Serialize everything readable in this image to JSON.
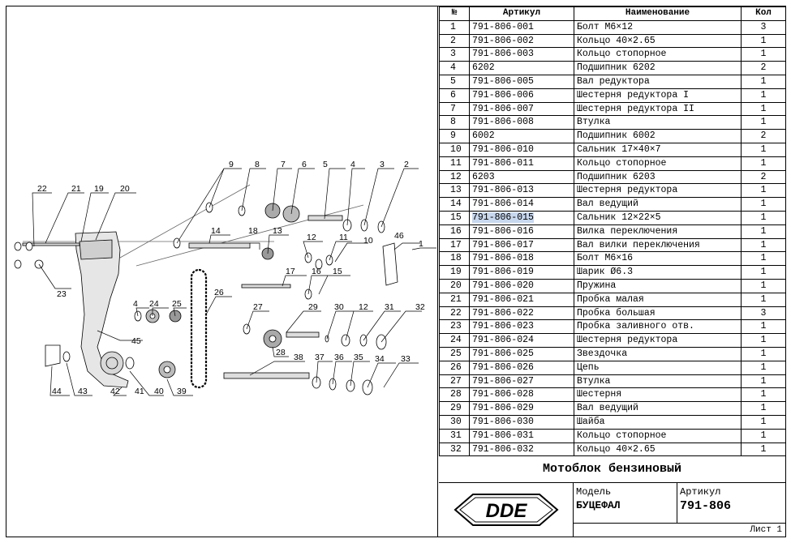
{
  "table": {
    "headers": [
      "№",
      "Артикул",
      "Наименование",
      "Кол"
    ],
    "rows": [
      {
        "n": "1",
        "art": "791-806-001",
        "name": "Болт М6×12",
        "qty": "3"
      },
      {
        "n": "2",
        "art": "791-806-002",
        "name": "Кольцо  40×2.65",
        "qty": "1"
      },
      {
        "n": "3",
        "art": "791-806-003",
        "name": "Кольцо стопорное",
        "qty": "1"
      },
      {
        "n": "4",
        "art": "6202",
        "name": "Подшипник 6202",
        "qty": "2"
      },
      {
        "n": "5",
        "art": "791-806-005",
        "name": "Вал редуктора",
        "qty": "1"
      },
      {
        "n": "6",
        "art": "791-806-006",
        "name": "Шестерня редуктора I",
        "qty": "1"
      },
      {
        "n": "7",
        "art": "791-806-007",
        "name": "Шестерня редуктора II",
        "qty": "1"
      },
      {
        "n": "8",
        "art": "791-806-008",
        "name": "Втулка",
        "qty": "1"
      },
      {
        "n": "9",
        "art": "6002",
        "name": "Подшипник 6002",
        "qty": "2"
      },
      {
        "n": "10",
        "art": "791-806-010",
        "name": "Сальник 17×40×7",
        "qty": "1"
      },
      {
        "n": "11",
        "art": "791-806-011",
        "name": "Кольцо стопорное",
        "qty": "1"
      },
      {
        "n": "12",
        "art": "6203",
        "name": "Подшипник 6203",
        "qty": "2"
      },
      {
        "n": "13",
        "art": "791-806-013",
        "name": "Шестерня редуктора",
        "qty": "1"
      },
      {
        "n": "14",
        "art": "791-806-014",
        "name": "Вал ведущий",
        "qty": "1"
      },
      {
        "n": "15",
        "art": "791-806-015",
        "name": "Сальник 12×22×5",
        "qty": "1"
      },
      {
        "n": "16",
        "art": "791-806-016",
        "name": "Вилка переключения",
        "qty": "1"
      },
      {
        "n": "17",
        "art": "791-806-017",
        "name": "Вал вилки переключения",
        "qty": "1"
      },
      {
        "n": "18",
        "art": "791-806-018",
        "name": "Болт М6×16",
        "qty": "1"
      },
      {
        "n": "19",
        "art": "791-806-019",
        "name": "Шарик Ø6.3",
        "qty": "1"
      },
      {
        "n": "20",
        "art": "791-806-020",
        "name": "Пружина",
        "qty": "1"
      },
      {
        "n": "21",
        "art": "791-806-021",
        "name": "Пробка малая",
        "qty": "1"
      },
      {
        "n": "22",
        "art": "791-806-022",
        "name": "Пробка большая",
        "qty": "3"
      },
      {
        "n": "23",
        "art": "791-806-023",
        "name": "Пробка заливного отв.",
        "qty": "1"
      },
      {
        "n": "24",
        "art": "791-806-024",
        "name": "Шестерня редуктора",
        "qty": "1"
      },
      {
        "n": "25",
        "art": "791-806-025",
        "name": "Звездочка",
        "qty": "1"
      },
      {
        "n": "26",
        "art": "791-806-026",
        "name": "Цепь",
        "qty": "1"
      },
      {
        "n": "27",
        "art": "791-806-027",
        "name": "Втулка",
        "qty": "1"
      },
      {
        "n": "28",
        "art": "791-806-028",
        "name": "Шестерня",
        "qty": "1"
      },
      {
        "n": "29",
        "art": "791-806-029",
        "name": "Вал ведущий",
        "qty": "1"
      },
      {
        "n": "30",
        "art": "791-806-030",
        "name": "Шайба",
        "qty": "1"
      },
      {
        "n": "31",
        "art": "791-806-031",
        "name": "Кольцо стопорное",
        "qty": "1"
      },
      {
        "n": "32",
        "art": "791-806-032",
        "name": "Кольцо  40×2.65",
        "qty": "1"
      }
    ],
    "highlighted_row": 14,
    "highlight_color": "#c8d8ee"
  },
  "title_block": {
    "title": "Мотоблок бензиновый",
    "logo_text": "DDE",
    "model_label": "Модель",
    "model_value": "БУЦЕФАЛ",
    "article_label": "Артикул",
    "article_value": "791-806",
    "sheet": "Лист 1"
  },
  "callouts": [
    "1",
    "2",
    "3",
    "4",
    "5",
    "6",
    "7",
    "8",
    "9",
    "10",
    "11",
    "12",
    "13",
    "14",
    "15",
    "16",
    "17",
    "18",
    "19",
    "20",
    "21",
    "22",
    "23",
    "24",
    "25",
    "26",
    "27",
    "28",
    "29",
    "30",
    "31",
    "32",
    "33",
    "34",
    "35",
    "36",
    "37",
    "38",
    "39",
    "40",
    "41",
    "42",
    "43",
    "44",
    "45",
    "46"
  ]
}
